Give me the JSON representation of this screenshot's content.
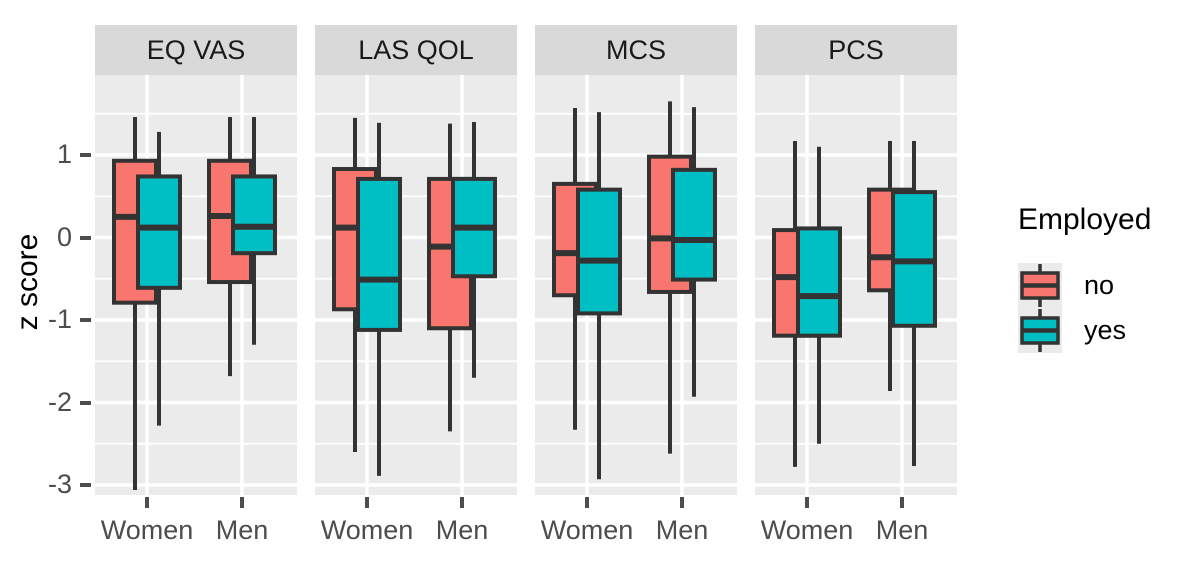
{
  "chart_data": {
    "type": "box",
    "title": "",
    "xlabel": "",
    "ylabel": "z score",
    "ylim": [
      -3.45,
      1.75
    ],
    "yticks": [
      1,
      0,
      -1,
      -2,
      -3
    ],
    "ytick_labels": [
      "1",
      "0",
      "-1",
      "-2",
      "-3"
    ],
    "grid": true,
    "facet_variable": "instrument",
    "facets": [
      "EQ VAS",
      "LAS QOL",
      "MCS",
      "PCS"
    ],
    "categories": [
      "Women",
      "Men"
    ],
    "legend": {
      "title": "Employed",
      "position": "right",
      "entries": [
        {
          "label": "no",
          "color": "#F8766D"
        },
        {
          "label": "yes",
          "color": "#00BFC4"
        }
      ]
    },
    "boxes": [
      {
        "facet": "EQ VAS",
        "sex": "Women",
        "employed": "no",
        "color": "#F8766D",
        "lower_whisker": -3.06,
        "q1": -0.79,
        "median": 0.25,
        "q3": 0.93,
        "upper_whisker": 1.46
      },
      {
        "facet": "EQ VAS",
        "sex": "Women",
        "employed": "yes",
        "color": "#00BFC4",
        "lower_whisker": -2.28,
        "q1": -0.61,
        "median": 0.12,
        "q3": 0.74,
        "upper_whisker": 1.28
      },
      {
        "facet": "EQ VAS",
        "sex": "Men",
        "employed": "no",
        "color": "#F8766D",
        "lower_whisker": -1.68,
        "q1": -0.54,
        "median": 0.26,
        "q3": 0.93,
        "upper_whisker": 1.46
      },
      {
        "facet": "EQ VAS",
        "sex": "Men",
        "employed": "yes",
        "color": "#00BFC4",
        "lower_whisker": -1.3,
        "q1": -0.19,
        "median": 0.13,
        "q3": 0.74,
        "upper_whisker": 1.46
      },
      {
        "facet": "LAS QOL",
        "sex": "Women",
        "employed": "no",
        "color": "#F8766D",
        "lower_whisker": -2.6,
        "q1": -0.87,
        "median": 0.12,
        "q3": 0.83,
        "upper_whisker": 1.45
      },
      {
        "facet": "LAS QOL",
        "sex": "Women",
        "employed": "yes",
        "color": "#00BFC4",
        "lower_whisker": -2.89,
        "q1": -1.12,
        "median": -0.51,
        "q3": 0.71,
        "upper_whisker": 1.39
      },
      {
        "facet": "LAS QOL",
        "sex": "Men",
        "employed": "no",
        "color": "#F8766D",
        "lower_whisker": -2.35,
        "q1": -1.1,
        "median": -0.11,
        "q3": 0.71,
        "upper_whisker": 1.38
      },
      {
        "facet": "LAS QOL",
        "sex": "Men",
        "employed": "yes",
        "color": "#00BFC4",
        "lower_whisker": -1.7,
        "q1": -0.47,
        "median": 0.12,
        "q3": 0.71,
        "upper_whisker": 1.4
      },
      {
        "facet": "MCS",
        "sex": "Women",
        "employed": "no",
        "color": "#F8766D",
        "lower_whisker": -2.33,
        "q1": -0.7,
        "median": -0.19,
        "q3": 0.65,
        "upper_whisker": 1.57
      },
      {
        "facet": "MCS",
        "sex": "Women",
        "employed": "yes",
        "color": "#00BFC4",
        "lower_whisker": -2.93,
        "q1": -0.92,
        "median": -0.28,
        "q3": 0.58,
        "upper_whisker": 1.52
      },
      {
        "facet": "MCS",
        "sex": "Men",
        "employed": "no",
        "color": "#F8766D",
        "lower_whisker": -2.62,
        "q1": -0.66,
        "median": -0.01,
        "q3": 0.98,
        "upper_whisker": 1.65
      },
      {
        "facet": "MCS",
        "sex": "Men",
        "employed": "yes",
        "color": "#00BFC4",
        "lower_whisker": -1.93,
        "q1": -0.51,
        "median": -0.03,
        "q3": 0.82,
        "upper_whisker": 1.58
      },
      {
        "facet": "PCS",
        "sex": "Women",
        "employed": "no",
        "color": "#F8766D",
        "lower_whisker": -2.78,
        "q1": -1.19,
        "median": -0.48,
        "q3": 0.09,
        "upper_whisker": 1.17
      },
      {
        "facet": "PCS",
        "sex": "Women",
        "employed": "yes",
        "color": "#00BFC4",
        "lower_whisker": -2.5,
        "q1": -1.19,
        "median": -0.71,
        "q3": 0.11,
        "upper_whisker": 1.1
      },
      {
        "facet": "PCS",
        "sex": "Men",
        "employed": "no",
        "color": "#F8766D",
        "lower_whisker": -1.86,
        "q1": -0.64,
        "median": -0.24,
        "q3": 0.58,
        "upper_whisker": 1.17
      },
      {
        "facet": "PCS",
        "sex": "Men",
        "employed": "yes",
        "color": "#00BFC4",
        "lower_whisker": -2.77,
        "q1": -1.07,
        "median": -0.29,
        "q3": 0.55,
        "upper_whisker": 1.17
      }
    ]
  },
  "axis": {
    "y_title": "z score",
    "y_labels": [
      "1",
      "0",
      "-1",
      "-2",
      "-3"
    ],
    "x_labels": [
      "Women",
      "Men"
    ]
  },
  "strips": [
    {
      "label": "EQ VAS"
    },
    {
      "label": "LAS QOL"
    },
    {
      "label": "MCS"
    },
    {
      "label": "PCS"
    }
  ],
  "legend": {
    "title": "Employed",
    "items": [
      {
        "label": "no",
        "color": "#F8766D"
      },
      {
        "label": "yes",
        "color": "#00BFC4"
      }
    ]
  },
  "style": {
    "panel_bg": "#EBEBEB",
    "strip_bg": "#D9D9D9",
    "grid_color": "#FFFFFF",
    "box_outline": "#333333",
    "text_color": "#4D4D4D",
    "title_color": "#000000"
  }
}
